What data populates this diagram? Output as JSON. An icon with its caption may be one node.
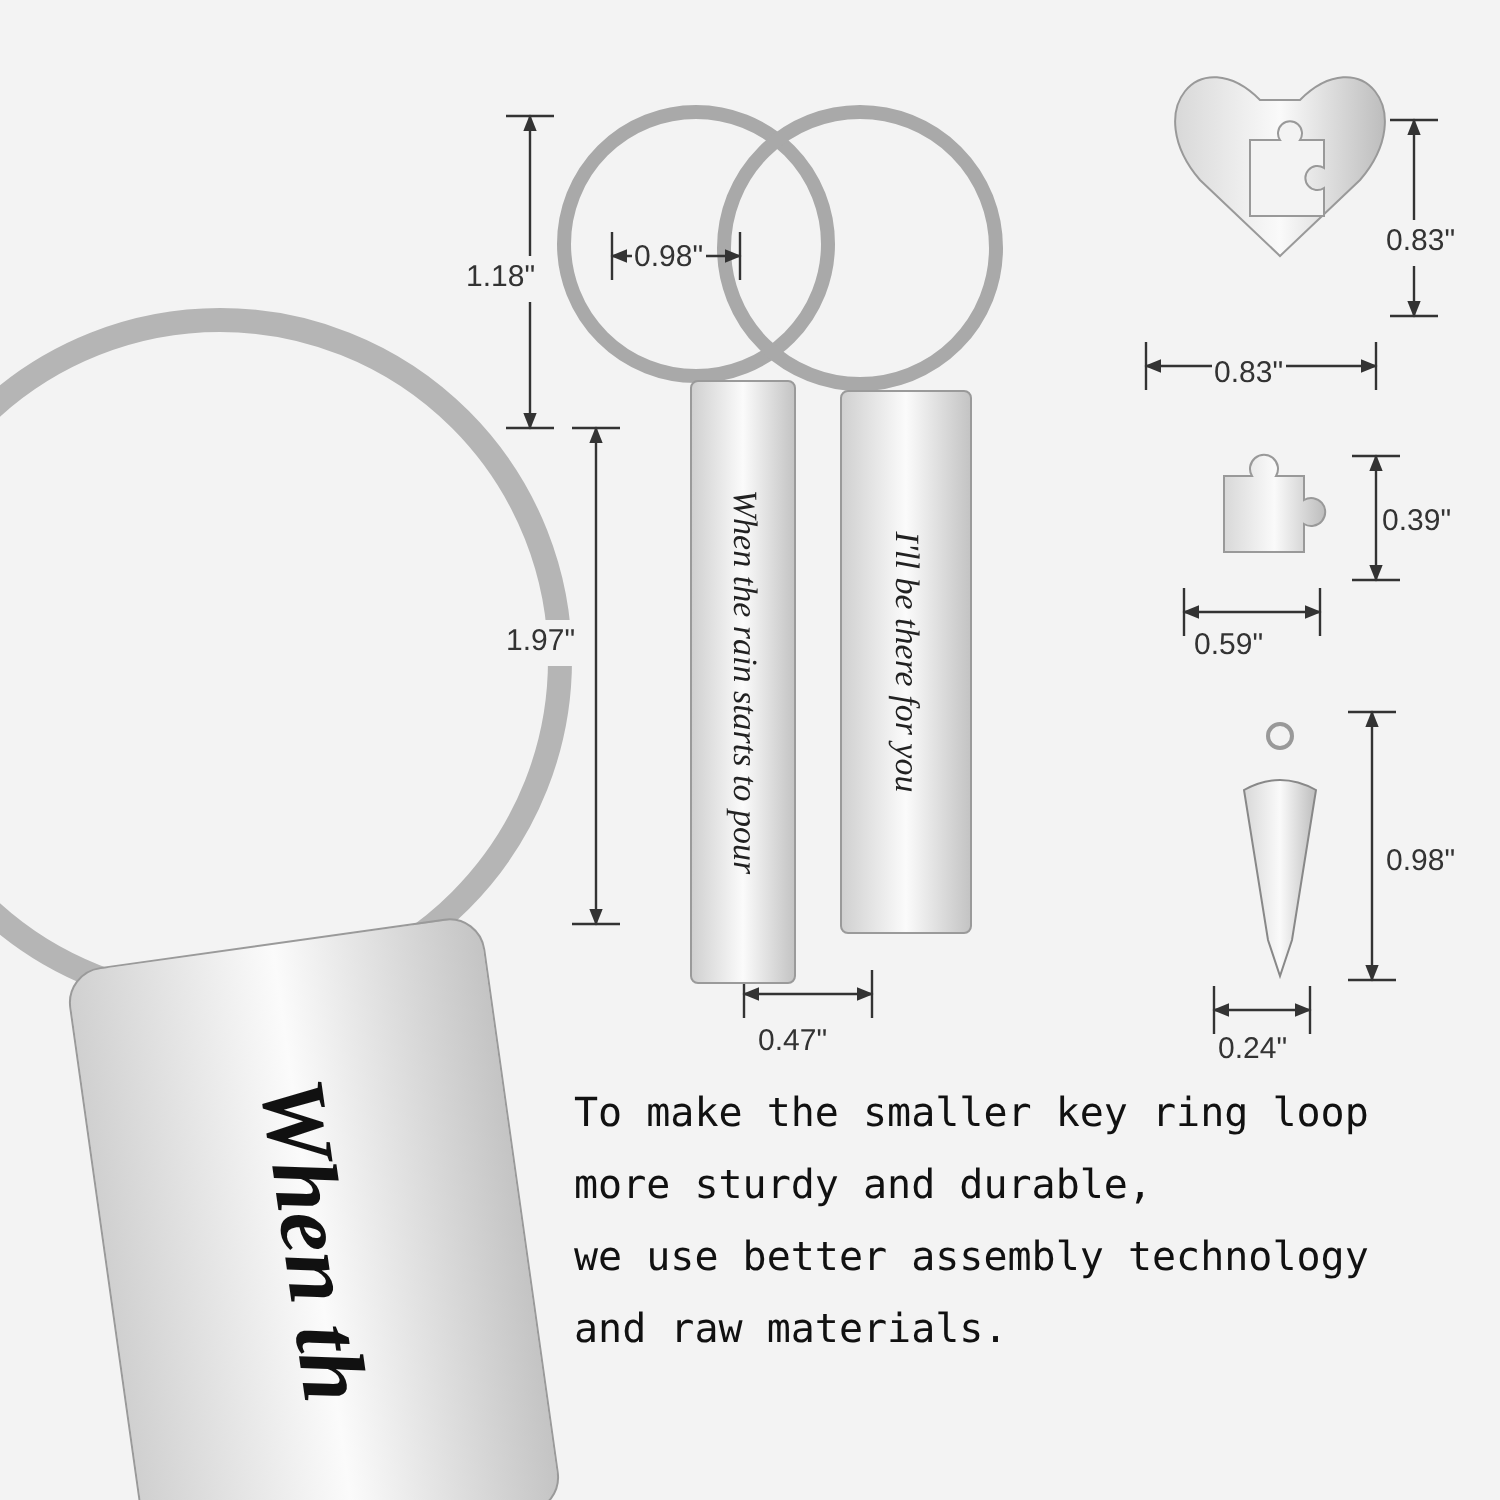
{
  "diagram": {
    "nodes": [
      {
        "text": [
          "When the rain starts to pour"
        ]
      },
      {
        "text": [
          "I'll be there for you"
        ]
      },
      {
        "text": [
          "When th"
        ]
      }
    ],
    "edges": [],
    "labels": [
      "1.18\"",
      "0.98\"",
      "0.83\"",
      "0.83\"",
      "0.39\"",
      "0.59\"",
      "1.97\"",
      "0.98\"",
      "0.47\"",
      "0.24\"",
      "To make the smaller key ring loop more sturdy and durable,",
      "we use better assembly technology and raw materials."
    ]
  }
}
